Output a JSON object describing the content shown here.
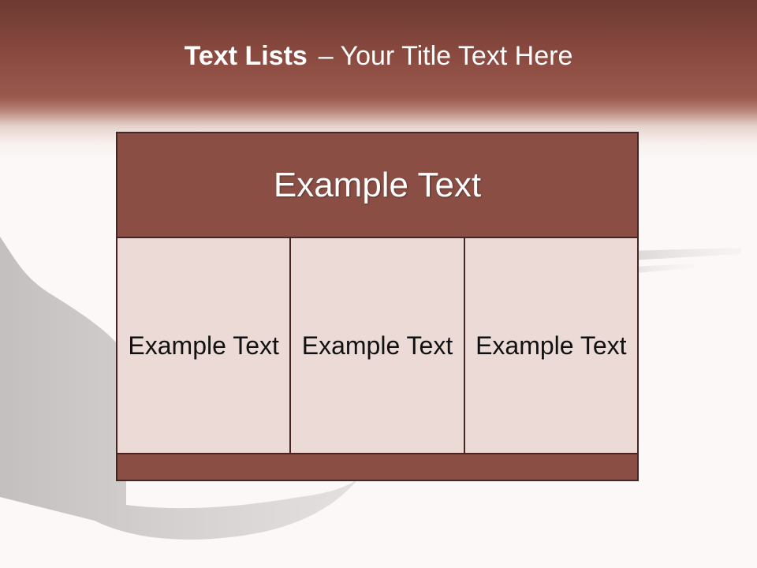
{
  "slide": {
    "title_bold": "Text Lists",
    "title_rest": "– Your Title Text Here"
  },
  "diagram": {
    "header": "Example Text",
    "columns": [
      "Example Text",
      "Example Text",
      "Example Text"
    ]
  },
  "colors": {
    "band_dark": "#6d3a32",
    "box_fill": "#8b4e44",
    "cell_fill": "#ebdad6",
    "border": "#4a2420",
    "background": "#fbf8f7"
  }
}
